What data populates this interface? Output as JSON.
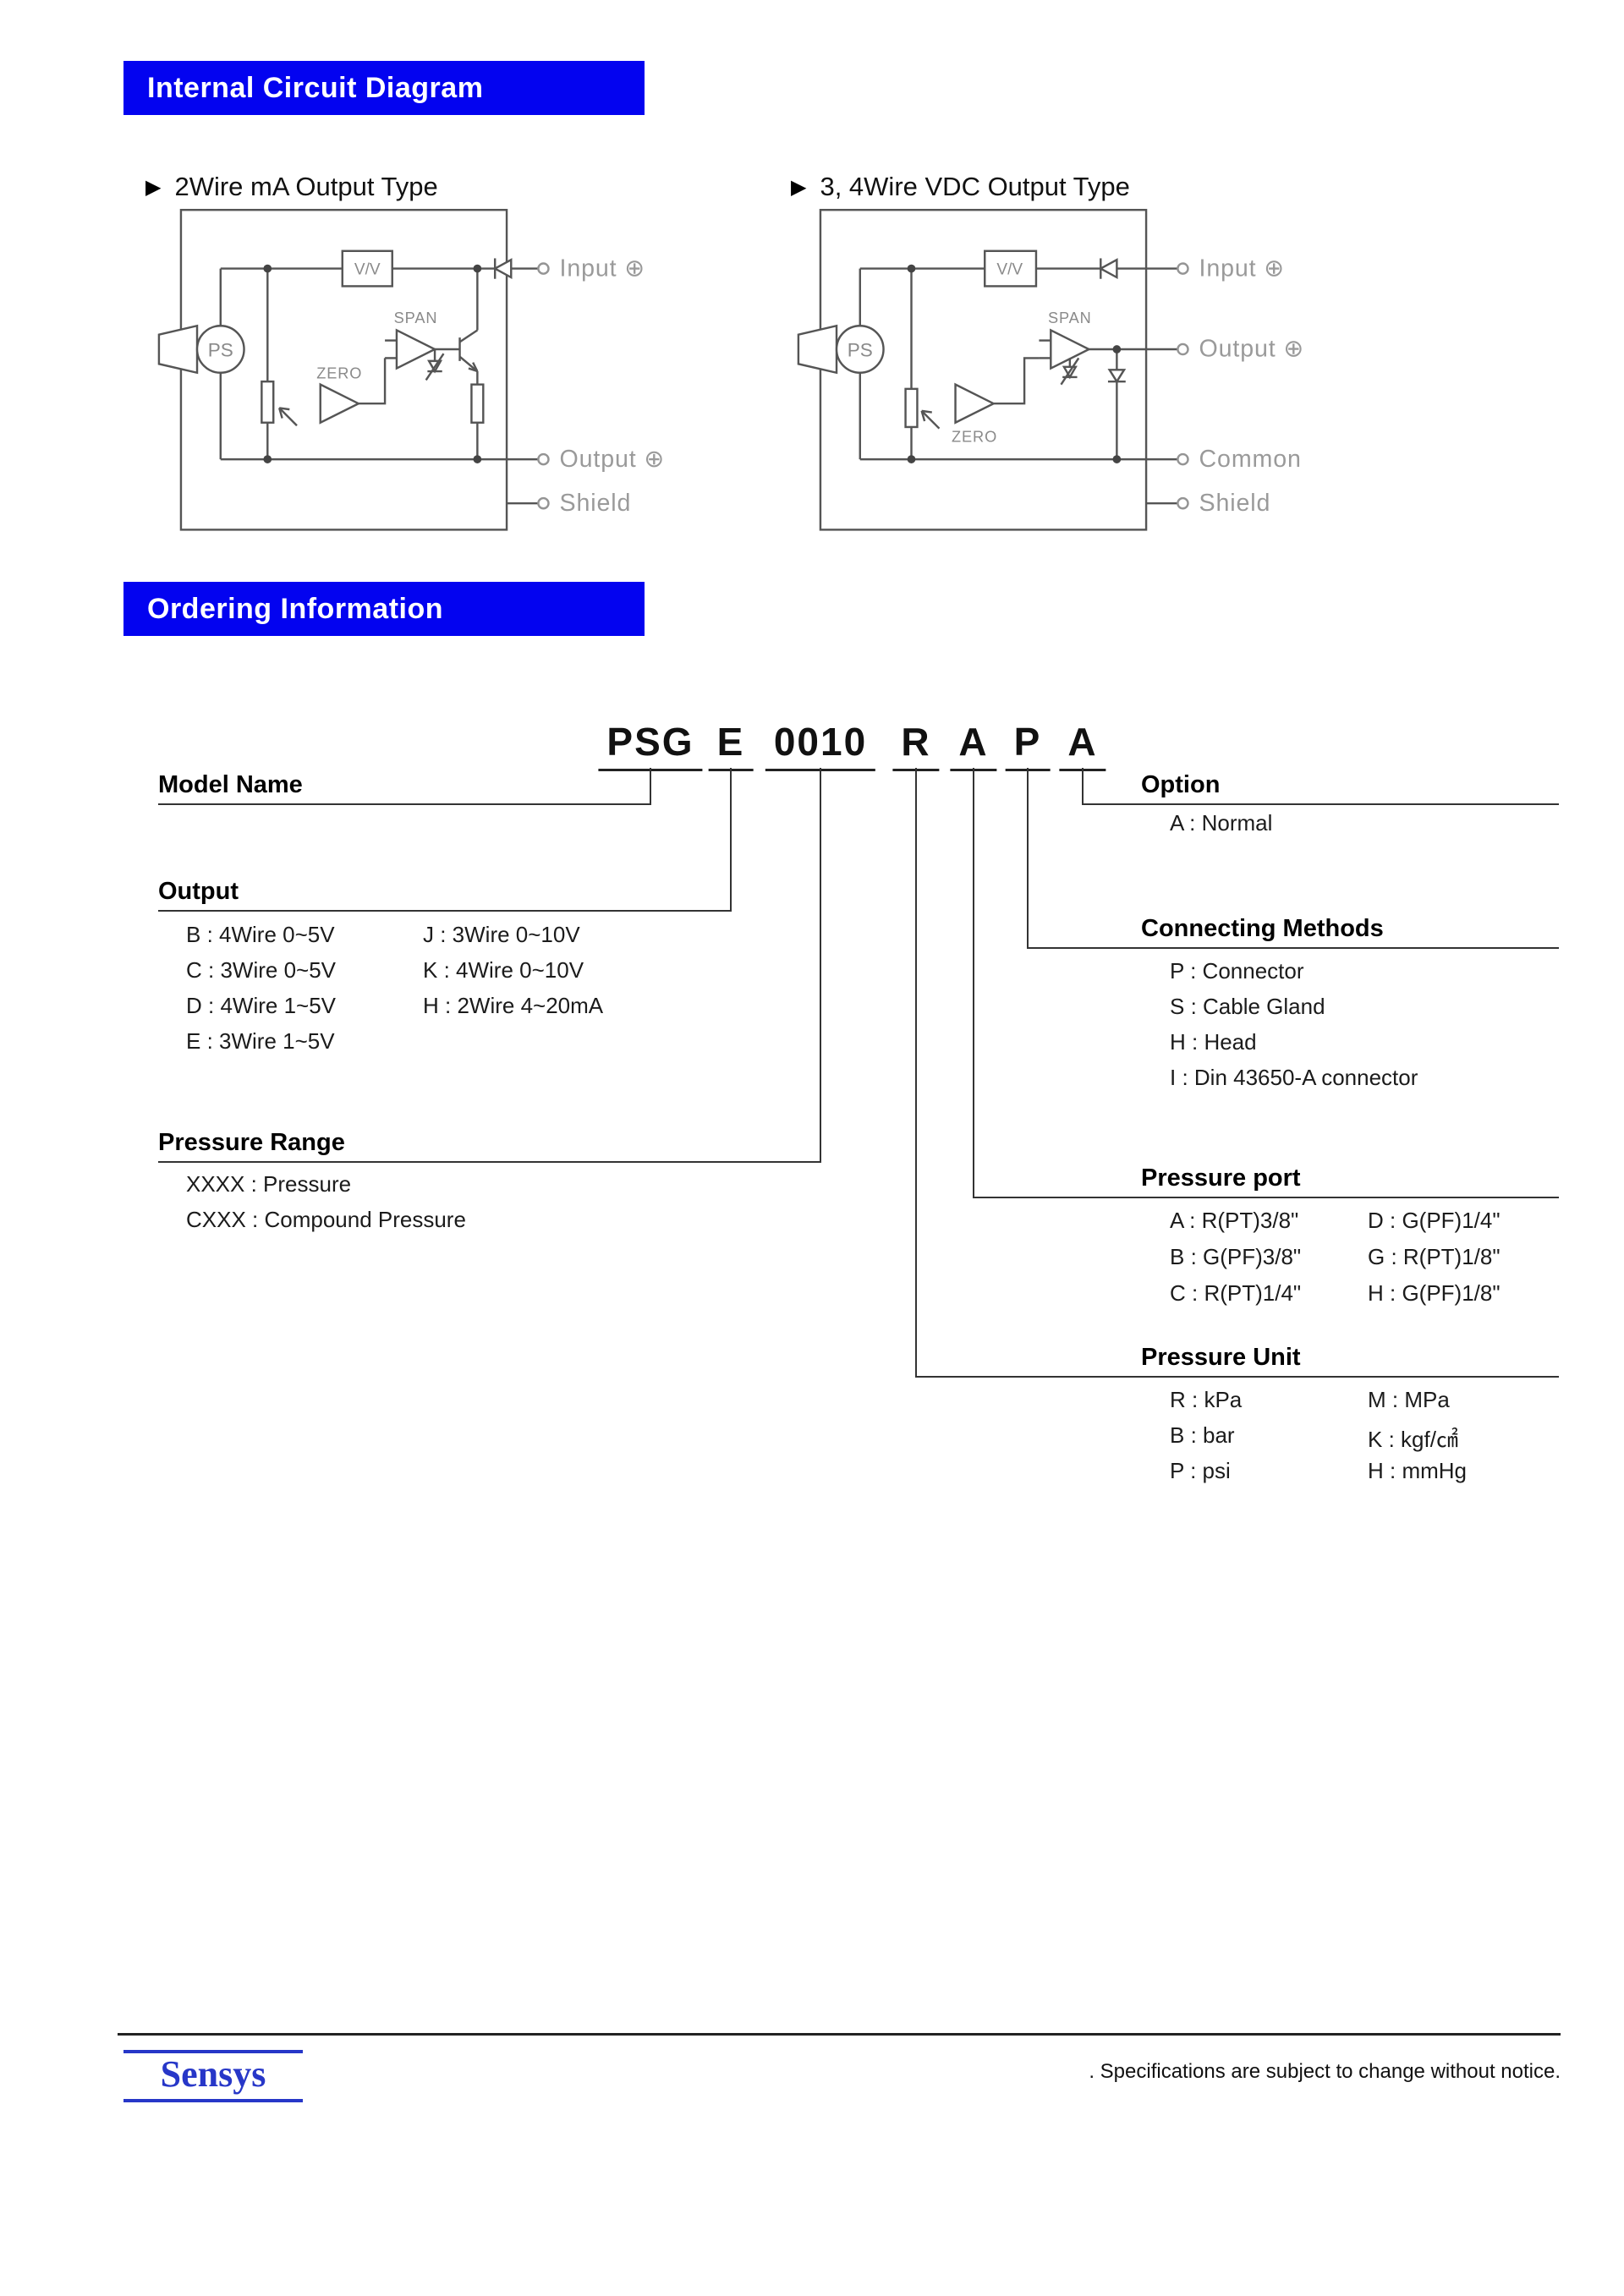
{
  "circuit_section": {
    "title": "Internal Circuit Diagram",
    "diagram1": {
      "heading": "2Wire mA Output Type",
      "ps_label": "PS",
      "vv_label": "V/V",
      "span_label": "SPAN",
      "zero_label": "ZERO",
      "terminal_input": "Input ⊕",
      "terminal_output": "Output ⊕",
      "terminal_shield": "Shield"
    },
    "diagram2": {
      "heading": "3, 4Wire VDC Output Type",
      "ps_label": "PS",
      "vv_label": "V/V",
      "span_label": "SPAN",
      "zero_label": "ZERO",
      "terminal_input": "Input ⊕",
      "terminal_output": "Output ⊕",
      "terminal_common": "Common",
      "terminal_shield": "Shield"
    }
  },
  "ordering": {
    "title": "Ordering Information",
    "code": {
      "model": "PSG",
      "output": "E",
      "range": "0010",
      "unit": "R",
      "port": "A",
      "connect": "P",
      "option": "A"
    },
    "model_name": {
      "title": "Model Name"
    },
    "output": {
      "title": "Output",
      "col1": [
        "B : 4Wire 0~5V",
        "C : 3Wire 0~5V",
        "D : 4Wire 1~5V",
        "E : 3Wire 1~5V"
      ],
      "col2": [
        "J : 3Wire 0~10V",
        "K : 4Wire 0~10V",
        "H : 2Wire 4~20mA"
      ]
    },
    "pressure_range": {
      "title": "Pressure Range",
      "items": [
        "XXXX : Pressure",
        "CXXX : Compound Pressure"
      ]
    },
    "option": {
      "title": "Option",
      "items": [
        "A : Normal"
      ]
    },
    "connecting": {
      "title": "Connecting Methods",
      "items": [
        "P : Connector",
        "S : Cable Gland",
        "H : Head",
        "I : Din 43650-A connector"
      ]
    },
    "pressure_port": {
      "title": "Pressure port",
      "col1": [
        "A : R(PT)3/8\"",
        "B : G(PF)3/8\"",
        "C : R(PT)1/4\""
      ],
      "col2": [
        "D : G(PF)1/4\"",
        "G : R(PT)1/8\"",
        "H : G(PF)1/8\""
      ]
    },
    "pressure_unit": {
      "title": "Pressure Unit",
      "col1": [
        "R : kPa",
        "B : bar",
        "P : psi"
      ],
      "col2": [
        "M : MPa",
        "K : kgf/㎠",
        "H : mmHg"
      ]
    }
  },
  "footer": {
    "brand": "Sensys",
    "note": ". Specifications are subject to change without notice."
  },
  "colors": {
    "accent_blue": "#0303f0",
    "brand_blue": "#2737c8"
  }
}
